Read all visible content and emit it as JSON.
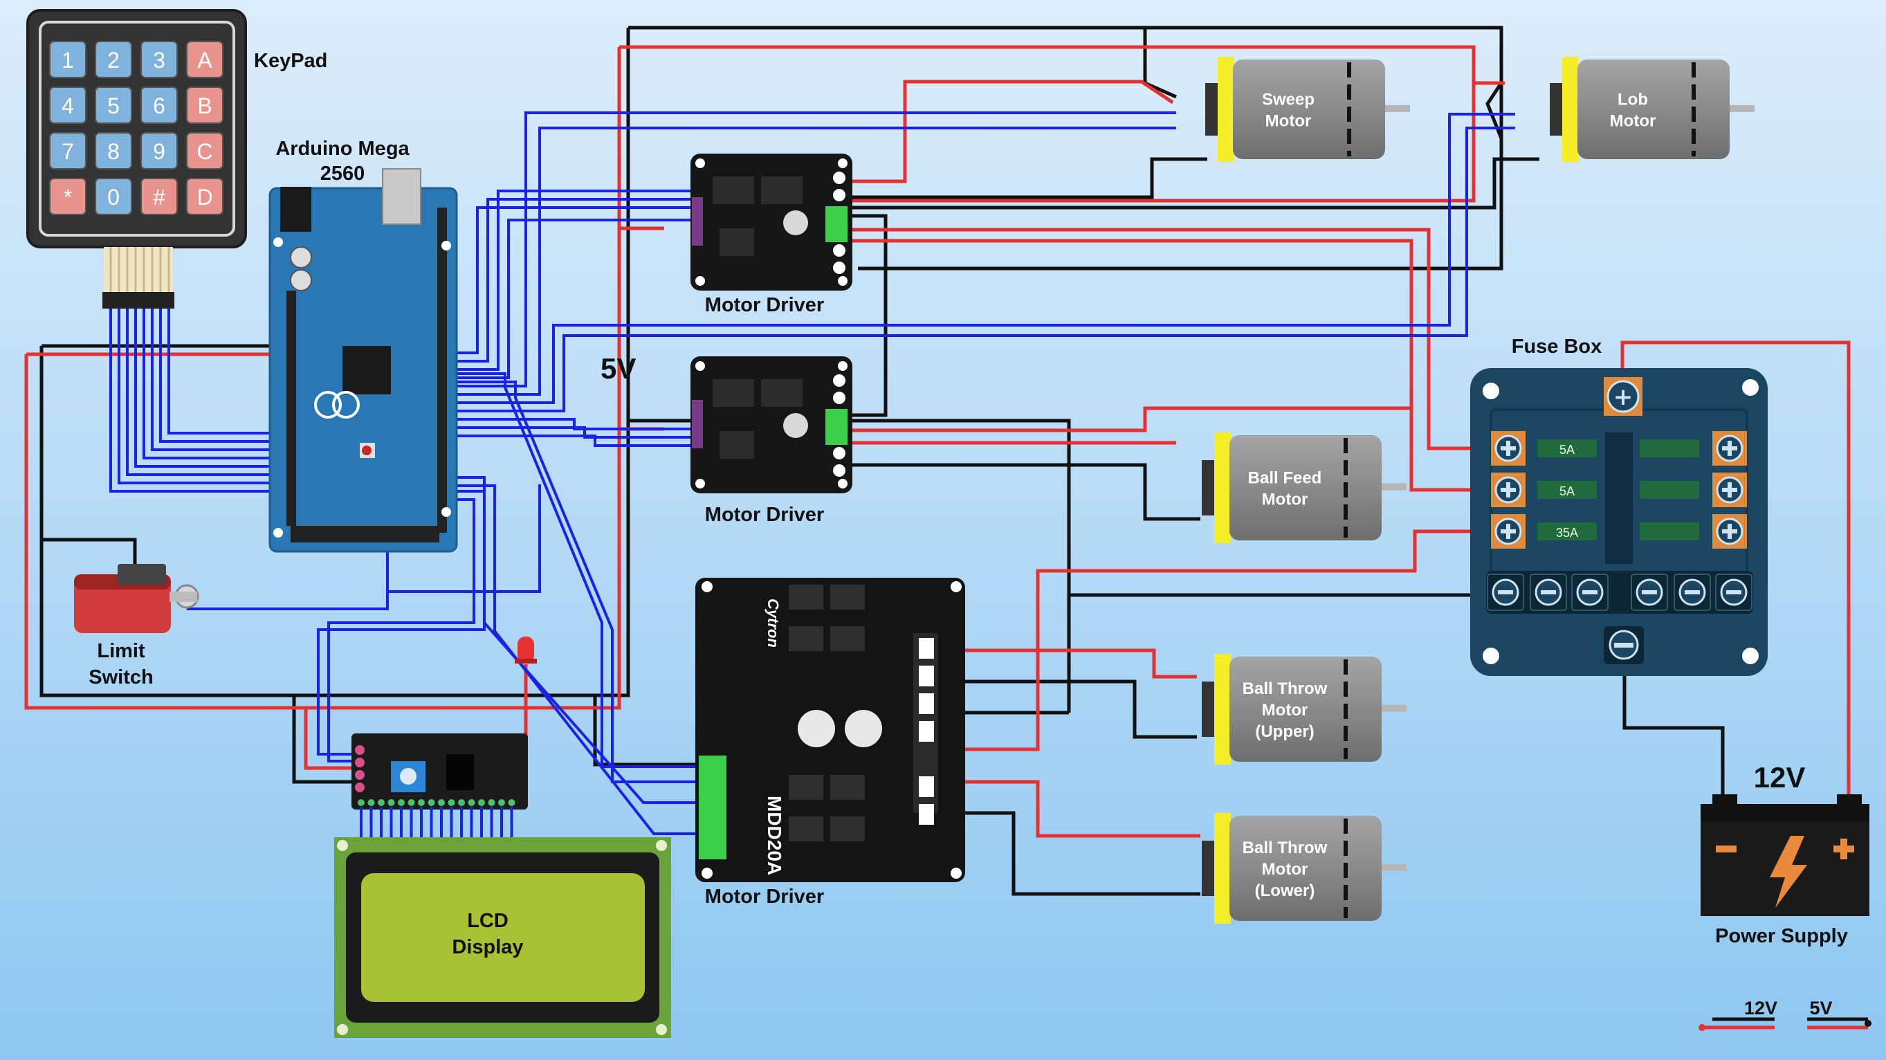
{
  "labels": {
    "keypad": "KeyPad",
    "arduino_line1": "Arduino Mega",
    "arduino_line2": "2560",
    "motor_driver_top": "Motor Driver",
    "motor_driver_mid": "Motor Driver",
    "motor_driver_big": "Motor Driver",
    "five_volt": "5V",
    "fuse_box": "Fuse Box",
    "limit_switch_line1": "Limit",
    "limit_switch_line2": "Switch",
    "lcd_line1": "LCD",
    "lcd_line2": "Display",
    "battery_voltage": "12V",
    "power_supply": "Power Supply",
    "legend_12v": "12V",
    "legend_5v": "5V",
    "mdd20a": "MDD20A",
    "cytron": "Cytron"
  },
  "keypad_keys": [
    "1",
    "2",
    "3",
    "A",
    "4",
    "5",
    "6",
    "B",
    "7",
    "8",
    "9",
    "C",
    "*",
    "0",
    "#",
    "D"
  ],
  "motors": {
    "sweep": [
      "Sweep",
      "Motor"
    ],
    "lob": [
      "Lob",
      "Motor"
    ],
    "ball_feed": [
      "Ball Feed",
      "Motor"
    ],
    "ball_throw_upper": [
      "Ball Throw",
      "Motor",
      "(Upper)"
    ],
    "ball_throw_lower": [
      "Ball Throw",
      "Motor",
      "(Lower)"
    ]
  },
  "fuses": [
    "5A",
    "5A",
    "35A"
  ],
  "colors": {
    "background_top": "#d9ecfb",
    "background_bottom": "#8ec8f2",
    "wire_power": "#e53131",
    "wire_ground": "#111111",
    "wire_signal": "#1a22e6",
    "board_blue": "#2a78b3",
    "fuse_box": "#1b4560",
    "motor_body": "#8e8e8e",
    "motor_cap": "#f7ee2a",
    "lcd_screen": "#a8c233"
  }
}
